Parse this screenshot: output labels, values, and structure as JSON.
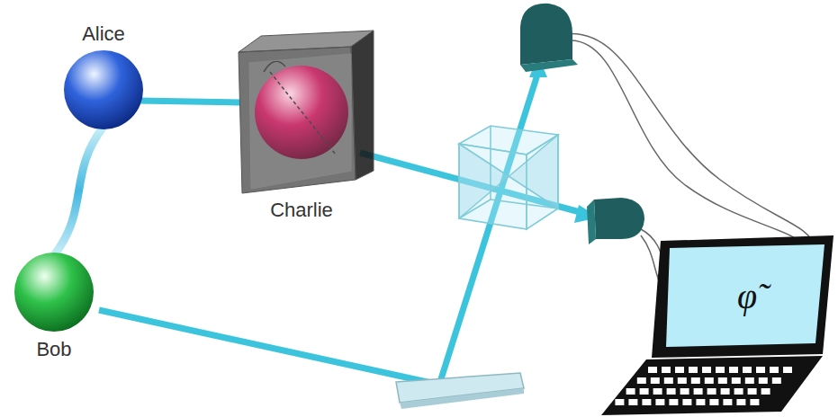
{
  "diagram": {
    "nodes": [
      {
        "text": [
          "Alice"
        ]
      },
      {
        "text": [
          "Bob"
        ]
      },
      {
        "text": [
          "Charlie"
        ]
      },
      {
        "text": [
          "φ̃"
        ]
      }
    ],
    "edges": [
      {
        "from": 0,
        "to": 1,
        "arrow": "none"
      },
      {
        "from": 0,
        "to": 2,
        "arrow": "none"
      }
    ]
  }
}
